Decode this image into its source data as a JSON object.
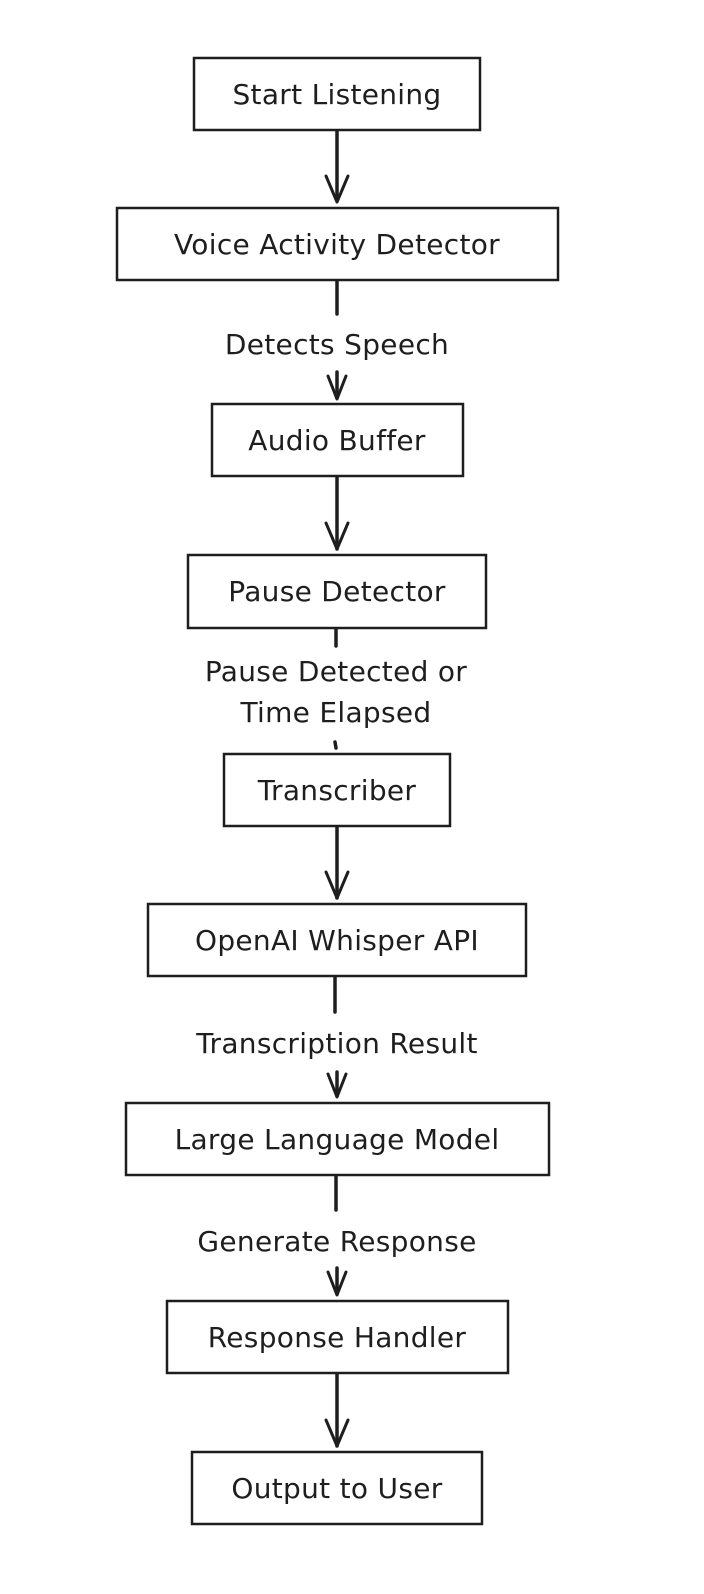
{
  "nodes": [
    {
      "id": "start",
      "label": "Start Listening"
    },
    {
      "id": "vad",
      "label": "Voice Activity Detector"
    },
    {
      "id": "buffer",
      "label": "Audio Buffer"
    },
    {
      "id": "pause",
      "label": "Pause Detector"
    },
    {
      "id": "transcriber",
      "label": "Transcriber"
    },
    {
      "id": "whisper",
      "label": "OpenAI Whisper API"
    },
    {
      "id": "llm",
      "label": "Large Language Model"
    },
    {
      "id": "handler",
      "label": "Response Handler"
    },
    {
      "id": "output",
      "label": "Output to User"
    }
  ],
  "edges": [
    {
      "from": "start",
      "to": "vad",
      "label": ""
    },
    {
      "from": "vad",
      "to": "buffer",
      "label": "Detects Speech"
    },
    {
      "from": "buffer",
      "to": "pause",
      "label": ""
    },
    {
      "from": "pause",
      "to": "transcriber",
      "label_lines": [
        "Pause Detected or",
        "Time Elapsed"
      ]
    },
    {
      "from": "transcriber",
      "to": "whisper",
      "label": ""
    },
    {
      "from": "whisper",
      "to": "llm",
      "label": "Transcription Result"
    },
    {
      "from": "llm",
      "to": "handler",
      "label": "Generate Response"
    },
    {
      "from": "handler",
      "to": "output",
      "label": ""
    }
  ],
  "colors": {
    "stroke": "#1e1e1e",
    "background": "#ffffff"
  }
}
